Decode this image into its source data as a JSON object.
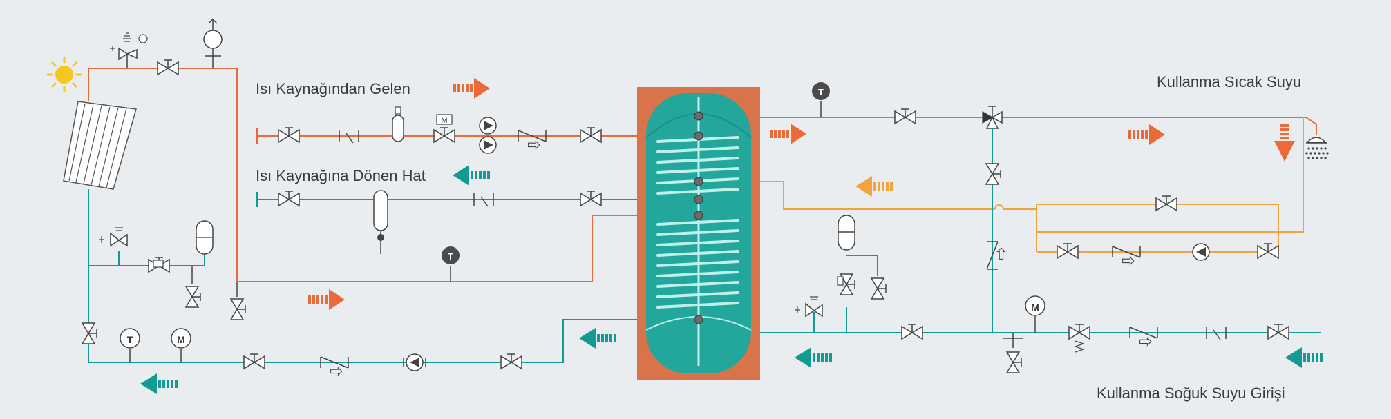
{
  "labels": {
    "heat_source_supply": "Isı Kaynağından Gelen",
    "heat_source_return": "Isı Kaynağına Dönen Hat",
    "hot_water": "Kullanma Sıcak Suyu",
    "cold_water_inlet": "Kullanma Soğuk Suyu Girişi"
  },
  "gauges": {
    "temperature": "T",
    "meter": "M"
  },
  "colors": {
    "hot_line": "#ea6a3a",
    "cold_line": "#149a95",
    "circulation_line": "#f2a23f",
    "tank_shell": "#d9734a",
    "tank_body": "#23a79d",
    "sun": "#f6c621"
  }
}
